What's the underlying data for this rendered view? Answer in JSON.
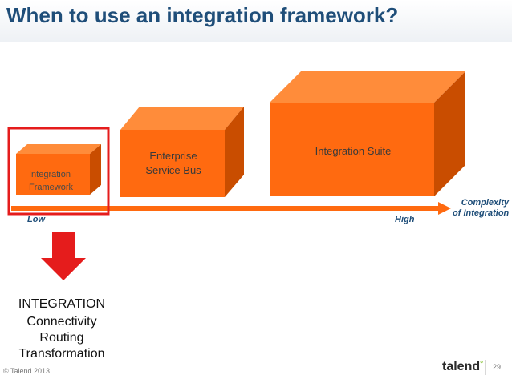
{
  "slide": {
    "title": "When to use an integration framework?",
    "page_number": "29",
    "copyright": "© Talend 2013",
    "brand": "talend"
  },
  "diagram": {
    "boxes": {
      "framework": "Integration\nFramework",
      "esb": "Enterprise\nService Bus",
      "suite": "Integration Suite"
    },
    "axis": {
      "name": "Complexity\nof Integration",
      "low": "Low",
      "high": "High"
    },
    "capabilities": {
      "heading": "INTEGRATION",
      "items": [
        "Connectivity",
        "Routing",
        "Transformation"
      ]
    }
  },
  "colors": {
    "front": "#ff6a10",
    "top": "#ff8c3a",
    "side": "#c94d00",
    "highlight": "#e51c1c",
    "title": "#1f4e79"
  }
}
